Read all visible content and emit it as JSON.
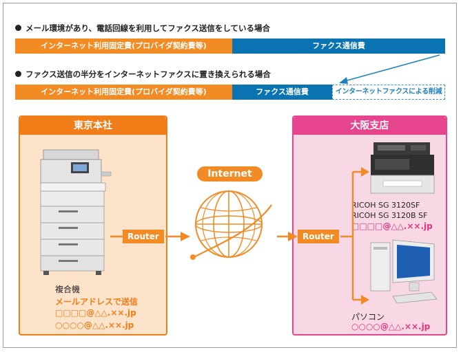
{
  "scenario1": {
    "heading": "メール環境があり、電話回線を利用してファクス送信をしている場合",
    "fixed_cost": "インターネット利用固定費(プロバイダ契約費等)",
    "fax_cost": "ファクス通信費"
  },
  "scenario2": {
    "heading": "ファクス送信の半分をインターネットファクスに置き換えられる場合",
    "fixed_cost": "インターネット利用固定費(プロバイダ契約費等)",
    "fax_cost": "ファクス通信費",
    "reduction": "インターネットファクスによる削減"
  },
  "tokyo": {
    "title": "東京本社",
    "router": "Router",
    "device_label": "複合機",
    "send_note": "メールアドレスで送信",
    "address1": "□□□□@△△.××.jp",
    "address2": "○○○○@△△.××.jp"
  },
  "internet": {
    "label": "Internet"
  },
  "osaka": {
    "title": "大阪支店",
    "router": "Router",
    "fax_model1": "RICOH SG 3120SF",
    "fax_model2": "RICOH SG 3120B SF",
    "fax_address": "□□□□@△△.××.jp",
    "pc_label": "パソコン",
    "pc_address": "○○○○@△△.××.jp"
  },
  "colors": {
    "orange": "#f28b24",
    "blue": "#0a74b3",
    "pink": "#e6448d",
    "tokyo_bg": "#fde3c9",
    "osaka_bg": "#f9d8e6"
  }
}
